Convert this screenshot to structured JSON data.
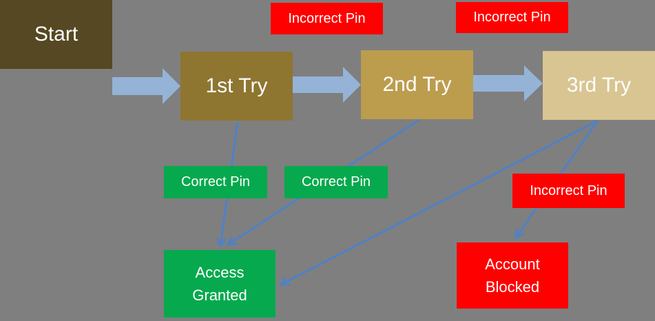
{
  "diagram": {
    "type": "flowchart",
    "subject": "PIN entry attempts flow",
    "background_color": "#7F7F7F",
    "nodes": {
      "start": {
        "label": "Start",
        "fill": "#554822",
        "text_color": "#FFFFFF"
      },
      "try1": {
        "label": "1st Try",
        "fill": "#8E7631",
        "text_color": "#FFFFFF"
      },
      "try2": {
        "label": "2nd Try",
        "fill": "#BC9D4E",
        "text_color": "#FFFFFF"
      },
      "try3": {
        "label": "3rd Try",
        "fill": "#D9C592",
        "text_color": "#FFFFFF"
      },
      "incorrect1": {
        "label": "Incorrect Pin",
        "fill": "#FF0000",
        "text_color": "#FFFFFF"
      },
      "incorrect2": {
        "label": "Incorrect Pin",
        "fill": "#FF0000",
        "text_color": "#FFFFFF"
      },
      "incorrect3": {
        "label": "Incorrect Pin",
        "fill": "#FF0000",
        "text_color": "#FFFFFF"
      },
      "correct1": {
        "label": "Correct Pin",
        "fill": "#06A94D",
        "text_color": "#FFFFFF"
      },
      "correct2": {
        "label": "Correct Pin",
        "fill": "#06A94D",
        "text_color": "#FFFFFF"
      },
      "access": {
        "label": "Access Granted",
        "fill": "#06A94D",
        "text_color": "#FFFFFF"
      },
      "blocked": {
        "label": "Account Blocked",
        "fill": "#FF0000",
        "text_color": "#FFFFFF"
      }
    },
    "edges": [
      {
        "from": "Start",
        "to": "1st Try",
        "style": "block-arrow",
        "condition": ""
      },
      {
        "from": "1st Try",
        "to": "2nd Try",
        "style": "block-arrow",
        "condition": "Incorrect Pin"
      },
      {
        "from": "2nd Try",
        "to": "3rd Try",
        "style": "block-arrow",
        "condition": "Incorrect Pin"
      },
      {
        "from": "1st Try",
        "to": "Access Granted",
        "style": "line-arrow",
        "condition": "Correct Pin"
      },
      {
        "from": "2nd Try",
        "to": "Access Granted",
        "style": "line-arrow",
        "condition": "Correct Pin"
      },
      {
        "from": "3rd Try",
        "to": "Access Granted",
        "style": "line-arrow",
        "condition": ""
      },
      {
        "from": "3rd Try",
        "to": "Account Blocked",
        "style": "line-arrow",
        "condition": "Incorrect Pin"
      }
    ],
    "colors": {
      "block_arrow": "#95B3D7",
      "line_arrow": "#4F81C7",
      "failure_red": "#FF0000",
      "success_green": "#06A94D",
      "background_gray": "#7F7F7F",
      "text_white": "#FFFFFF"
    }
  }
}
